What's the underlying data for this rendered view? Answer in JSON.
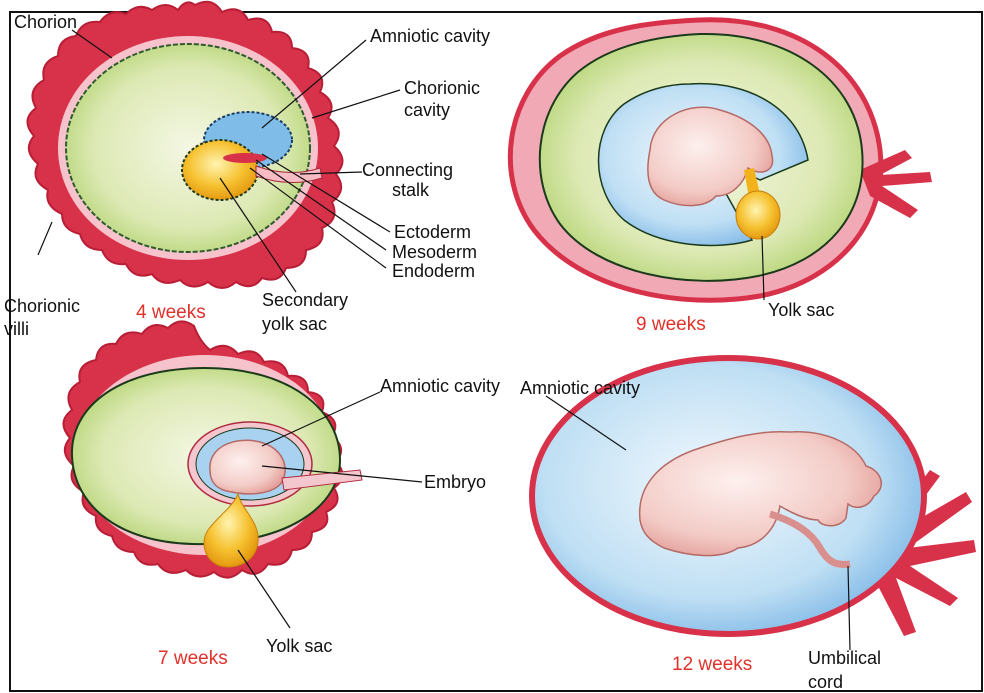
{
  "panels": [
    {
      "id": "p4",
      "stage": "4 weeks",
      "labels": {
        "chorion": "Chorion",
        "amniotic_cavity": "Amniotic cavity",
        "chorionic_cavity_1": "Chorionic",
        "chorionic_cavity_2": "cavity",
        "connecting_stalk_1": "Connecting",
        "connecting_stalk_2": "stalk",
        "ectoderm": "Ectoderm",
        "mesoderm": "Mesoderm",
        "endoderm": "Endoderm",
        "chorionic_villi_1": "Chorionic",
        "chorionic_villi_2": "villi",
        "secondary_yolk_sac_1": "Secondary",
        "secondary_yolk_sac_2": "yolk sac"
      }
    },
    {
      "id": "p9",
      "stage": "9 weeks",
      "labels": {
        "yolk_sac": "Yolk sac"
      }
    },
    {
      "id": "p7",
      "stage": "7 weeks",
      "labels": {
        "amniotic_cavity": "Amniotic cavity",
        "embryo": "Embryo",
        "yolk_sac": "Yolk sac"
      }
    },
    {
      "id": "p12",
      "stage": "12 weeks",
      "labels": {
        "amniotic_cavity": "Amniotic cavity",
        "umbilical_cord_1": "Umbilical",
        "umbilical_cord_2": "cord"
      }
    }
  ],
  "colors": {
    "chorion": "#d8324a",
    "chorion_light": "#f3b7c1",
    "chorionic_cavity": "#e4eec0",
    "chorionic_green": "#b9d97a",
    "amnion_blue": "#8fc3ea",
    "amnion_light": "#d6ebf8",
    "yolk": "#f3b21c",
    "embryo": "#f2c9c4",
    "stage_text": "#e0322b"
  }
}
